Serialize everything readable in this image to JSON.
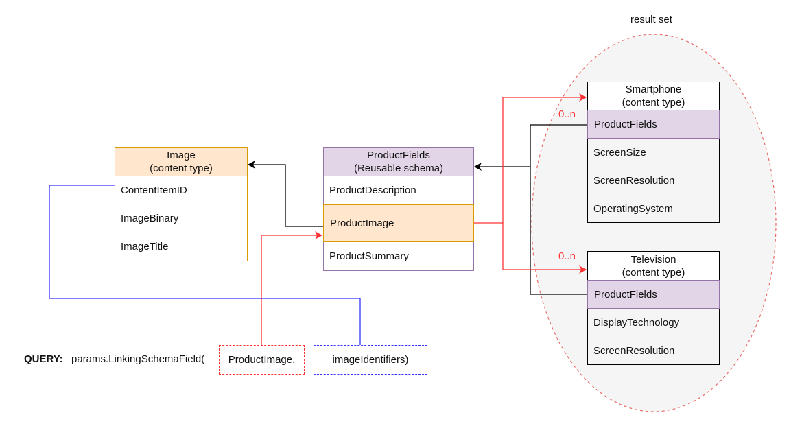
{
  "result_set": {
    "label": "result set"
  },
  "image_entity": {
    "title": "Image",
    "subtitle": "(content type)",
    "fields": [
      "ContentItemID",
      "ImageBinary",
      "ImageTitle"
    ]
  },
  "product_fields_entity": {
    "title": "ProductFields",
    "subtitle": "(Reusable schema)",
    "fields": [
      "ProductDescription",
      "ProductImage",
      "ProductSummary"
    ]
  },
  "smartphone_entity": {
    "title": "Smartphone",
    "subtitle": "(content type)",
    "fields": [
      "ProductFields",
      "ScreenSize",
      "ScreenResolution",
      "OperatingSystem"
    ]
  },
  "television_entity": {
    "title": "Television",
    "subtitle": "(content type)",
    "fields": [
      "ProductFields",
      "DisplayTechnology",
      "ScreenResolution"
    ]
  },
  "multiplicity": {
    "smartphone": "0..n",
    "television": "0..n"
  },
  "query": {
    "keyword": "QUERY:",
    "call": "params.LinkingSchemaField(",
    "param_1": "ProductImage,",
    "param_2": "imageIdentifiers)"
  },
  "colors": {
    "image_header": "#ffe6cc",
    "image_border": "#d79b00",
    "schema_header": "#e1d5e7",
    "schema_border": "#9673a6",
    "relation_red": "#ff3333",
    "relation_blue": "#3333ff",
    "result_set_fill": "#f5f5f5",
    "result_set_border": "#ea6b66"
  }
}
